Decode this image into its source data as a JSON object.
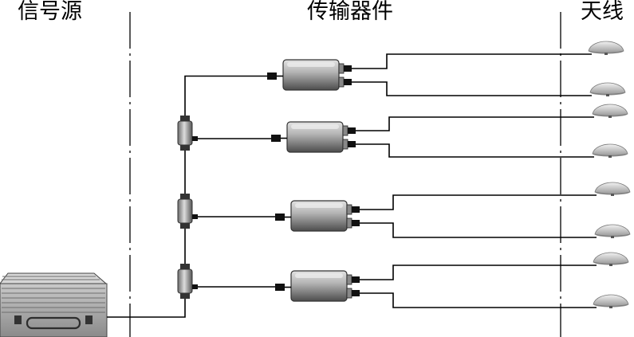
{
  "labels": {
    "signal_source": "信号源",
    "transmission_devices": "传输器件",
    "antennas": "天线"
  },
  "colors": {
    "background": "#ffffff",
    "line": "#000000",
    "connector": "#111111",
    "device_light": "#e2e2e2",
    "device_dark": "#4d4d4d"
  },
  "icons": {
    "source": "equipment-case-icon",
    "device": "transmission-device-icon",
    "splitter": "splitter-icon",
    "antenna": "antenna-icon"
  }
}
